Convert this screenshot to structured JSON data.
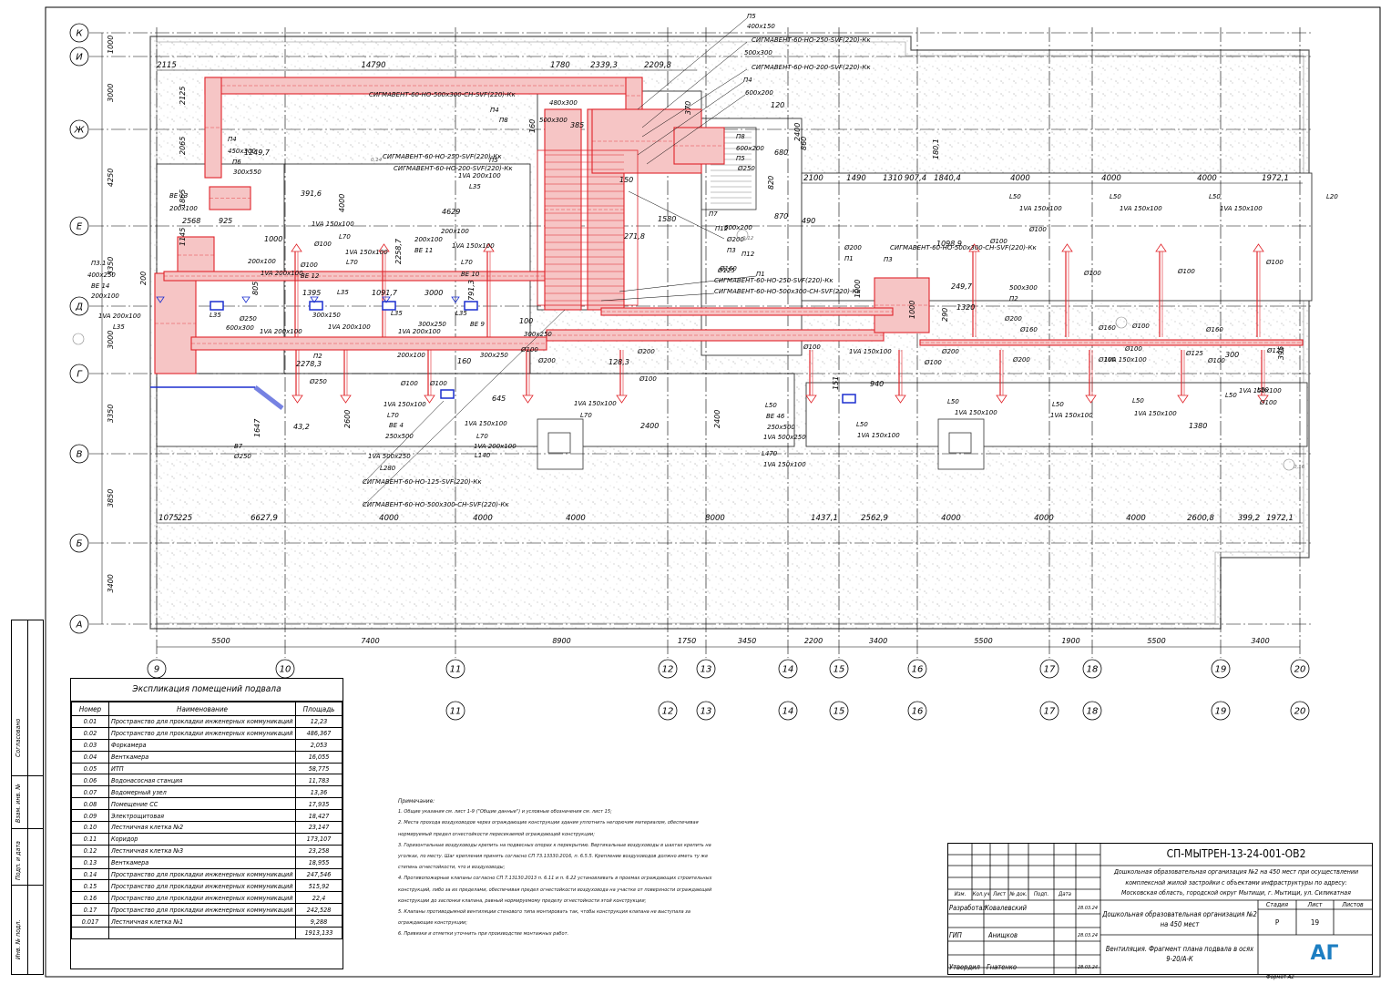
{
  "grid": {
    "rows": [
      "К",
      "И",
      "Ж",
      "Е",
      "Д",
      "Г",
      "В",
      "Б",
      "А"
    ],
    "cols": [
      "9",
      "10",
      "11",
      "12",
      "13",
      "14",
      "15",
      "16",
      "17",
      "18",
      "19",
      "20"
    ],
    "row_dims": [
      "1000",
      "3000",
      "4250",
      "3350",
      "3000",
      "3350",
      "3850",
      "3400"
    ],
    "col_dims": [
      "5500",
      "7400",
      "8900",
      "1750",
      "3450",
      "2200",
      "3400",
      "5500",
      "1900",
      "5500",
      "3400"
    ]
  },
  "dims": {
    "top_row": [
      "2115",
      "14790",
      "1780",
      "2339,3",
      "2209,8"
    ],
    "left_inner": [
      "2125",
      "2065",
      "1865",
      "1145"
    ],
    "misc": [
      "1249,7",
      "391,6",
      "925",
      "2568",
      "4000",
      "4629",
      "805",
      "1395",
      "3000",
      "1091,7",
      "791,3",
      "100",
      "200",
      "2278,3",
      "2258,7",
      "1000",
      "1580",
      "271,8",
      "160",
      "645",
      "2600",
      "2400",
      "2400",
      "43,2",
      "1647",
      "128,3",
      "151",
      "940",
      "180,1",
      "1098,9",
      "1000",
      "249,7",
      "290",
      "1320",
      "1000",
      "300",
      "395",
      "1380",
      "2400",
      "680",
      "820",
      "870",
      "860",
      "490",
      "370",
      "120",
      "160",
      "385",
      "150"
    ],
    "right_top": [
      "2100",
      "1490",
      "1310",
      "907,4",
      "1840,4",
      "4000",
      "4000",
      "4000",
      "1972,1"
    ],
    "bottom_row": [
      "1075",
      "225",
      "6627,9",
      "4000",
      "4000",
      "4000",
      "8000",
      "1437,1",
      "2562,9",
      "4000",
      "4000",
      "4000",
      "2600,8",
      "399,2",
      "1972,1"
    ]
  },
  "labels": [
    "П5",
    "400x150",
    "СИГМАВЕНТ-60-НО-250-SVF(220)-Кк",
    "500x300",
    "СИГМАВЕНТ-60-НО-200-SVF(220)-Кк",
    "П4",
    "600x200",
    "СИГМАВЕНТ-60-НО-500x300-СН-SVF(220)-Кк",
    "П4",
    "П8",
    "480x300",
    "500x300",
    "П8",
    "600x200",
    "П5",
    "Ø250",
    "П4",
    "450x300",
    "П6",
    "300x550",
    "СИГМАВЕНТ-60-НО-250-SVF(220)-Кк",
    "СИГМАВЕНТ-60-НО-200-SVF(220)-Кк",
    "П5",
    "1VA 200x100",
    "L35",
    "ВЕ 13",
    "200x100",
    "П3.1",
    "400x250",
    "ВЕ 14",
    "200x100",
    "1VA 200x100",
    "L35",
    "1VA 150x100",
    "L70",
    "Ø100",
    "1VA 150x100",
    "L70",
    "Ø100",
    "ВЕ 12",
    "200x100",
    "ВЕ 11",
    "200x100",
    "1VA 150x100",
    "L70",
    "ВЕ 10",
    "200x100",
    "1VA 200x100",
    "L35",
    "300x150",
    "1VA 200x100",
    "L35",
    "600x300",
    "Ø250",
    "1VA 200x100",
    "L35",
    "300x250",
    "1VA 200x100",
    "L35",
    "ВЕ 9",
    "200x100",
    "300x250",
    "300x250",
    "П2",
    "Ø250",
    "Ø100",
    "Ø100",
    "Ø100",
    "Ø200",
    "Ø200",
    "Ø100",
    "1VA 150x100",
    "L70",
    "ВЕ 4",
    "250x500",
    "1VA 500x250",
    "L280",
    "1VA 150x100",
    "L70",
    "1VA 200x100",
    "L140",
    "1VA 150x100",
    "L70",
    "СИГМАВЕНТ-60-НО-125-SVF(220)-Кк",
    "СИГМАВЕНТ-60-НО-500x300-СН-SVF(220)-Кк",
    "В7",
    "Ø250",
    "П7",
    "600x200",
    "П12",
    "Ø200",
    "П1",
    "Ø160",
    "П3",
    "П12",
    "Ø200",
    "П1",
    "Ø125",
    "СИГМАВЕНТ-60-НО-250-SVF(220)-Кк",
    "СИГМАВЕНТ-60-НО-500x300-СН-SVF(220)-Кк",
    "СИГМАВЕНТ-60-НО-500x300-СН-SVF(220)-Кк",
    "П3",
    "500x300",
    "П2",
    "Ø200",
    "Ø160",
    "Ø160",
    "Ø200",
    "Ø200",
    "Ø100",
    "Ø100",
    "Ø100",
    "1VA 150x100",
    "L50",
    "ВЕ 46",
    "250x500",
    "1VA 500x250",
    "L470",
    "1VA 150x100",
    "L50",
    "1VA 150x100",
    "L50",
    "1VA 150x100",
    "L50",
    "1VA 150x100",
    "L50",
    "1VA 150x100",
    "L50",
    "1VA 150x100",
    "L50",
    "Ø100",
    "Ø100",
    "Ø100",
    "Ø100",
    "Ø100",
    "Ø100",
    "Ø160",
    "Ø125",
    "Ø100",
    "Ø125",
    "Ø100",
    "Ø100",
    "1VA 150x100",
    "L50",
    "1VA 150x100",
    "L50",
    "1VA 150x100",
    "L50",
    "1VA 150x100",
    "L20"
  ],
  "explication": {
    "title": "Экспликация помещений подвала",
    "headers": [
      "Номер",
      "Наименование",
      "Площадь"
    ],
    "rows": [
      [
        "0.01",
        "Пространство для прокладки инженерных коммуникаций",
        "12,23"
      ],
      [
        "0.02",
        "Пространство  для прокладки инженерных коммуникаций",
        "486,367"
      ],
      [
        "0.03",
        "Форкамера",
        "2,053"
      ],
      [
        "0.04",
        "Венткамера",
        "16,055"
      ],
      [
        "0.05",
        "ИТП",
        "58,775"
      ],
      [
        "0.06",
        "Водонасосная станция",
        "11,783"
      ],
      [
        "0.07",
        "Водомерный узел",
        "13,36"
      ],
      [
        "0.08",
        "Помещение СС",
        "17,935"
      ],
      [
        "0.09",
        "Электрощитовая",
        "18,427"
      ],
      [
        "0.10",
        "Лестничная клетка №2",
        "23,147"
      ],
      [
        "0.11",
        "Коридор",
        "173,107"
      ],
      [
        "0.12",
        "Лестничная клетка №3",
        "23,258"
      ],
      [
        "0.13",
        "Венткамера",
        "18,955"
      ],
      [
        "0.14",
        "Пространство для прокладки инженерных коммуникаций",
        "247,546"
      ],
      [
        "0.15",
        "Пространство для прокладки инженерных коммуникаций",
        "515,92"
      ],
      [
        "0.16",
        "Пространство для прокладки инженерных коммуникаций",
        "22,4"
      ],
      [
        "0.17",
        "Пространство для прокладки инженерных коммуникаций",
        "242,528"
      ],
      [
        "0.017",
        "Лестничная клетка №1",
        "9,288"
      ],
      [
        "",
        "",
        "1913,133"
      ]
    ]
  },
  "notes": {
    "title": "Примечание:",
    "lines": [
      "1. Общие указания см. лист 1-9 (\"Общие данные\") и условные обозначения см. лист 15;",
      "2. Места прохода воздуховодов через ограждающие конструкции здания уплотнить негорючим материалом, обеспечивая",
      "нормируемый предел огнестойкости пересекаемой ограждающей конструкции;",
      "3. Горизонтальные воздуховоды крепить на подвесных опорах к перекрытию. Вертикальные воздуховоды в шахтах крепить на",
      "уголках, по месту. Шаг крепления принять согласно  СП 73.13330.2016, п. 6.5.5. Крепление воздуховодов должно иметь ту же",
      "степень огнестойкости, что и воздуховоды;",
      "4. Противопожарные клапаны согласно СП 7.13130.2013 п. 6.11 и п. 6.22 установливать в проемах ограждающих строительных",
      "конструкций, либо за их пределами, обеспечивая предел огнестойкости воздуховода на участке от поверхности ограждающей",
      "конструкции до заслонки клапана, равный нормируемому пределу огнестойкости этой конструкции;",
      "5. Клапаны противодымной вентиляции стенового типа монтировать так, чтобы конструкция клапана не выступала за",
      "ограждающие конструкции;",
      "6. Привязки и отметки уточнить при производстве монтажных работ."
    ]
  },
  "stamp": {
    "code": "СП-МЫТРЕН-13-24-001-ОВ2",
    "project": [
      "Дошкольная образовательная организация №2 на 450 мест при осуществлении",
      "комплексной жилой застройки с объектами инфраструктуры по адресу:",
      "Московская область, городской округ Мытищи, г. Мытищи, ул. Силикатная"
    ],
    "building": [
      "Дошкольная образовательная организация №2",
      "на 450 мест"
    ],
    "sheet_title": [
      "Вентиляция. Фрагмент плана подвала в осях",
      "9-20/А-К"
    ],
    "cols": [
      "Изм.",
      "Кол.уч",
      "Лист",
      "№ док.",
      "Подп.",
      "Дата"
    ],
    "stage_headers": [
      "Стадия",
      "Лист",
      "Листов"
    ],
    "stage_values": [
      "Р",
      "19",
      ""
    ],
    "people": [
      {
        "role": "Разработал",
        "name": "Ковалевский",
        "date": "28.03.24"
      },
      {
        "role": "ГИП",
        "name": "Анищков",
        "date": "28.03.24"
      },
      {
        "role": "Утвердил",
        "name": "Гнатенко",
        "date": "28.03.24"
      }
    ],
    "logo": "АГ",
    "format": "Формат А2"
  },
  "sidebar": [
    "Согласовано",
    "Взам. инв. №",
    "Подп. и дата",
    "Инв. № подл."
  ],
  "colors": {
    "duct": "#e0242a",
    "duct_fill": "#f6c5c5",
    "exhaust": "#1b2fcf",
    "grid": "#000000",
    "hatch": "#cfcfcf"
  }
}
